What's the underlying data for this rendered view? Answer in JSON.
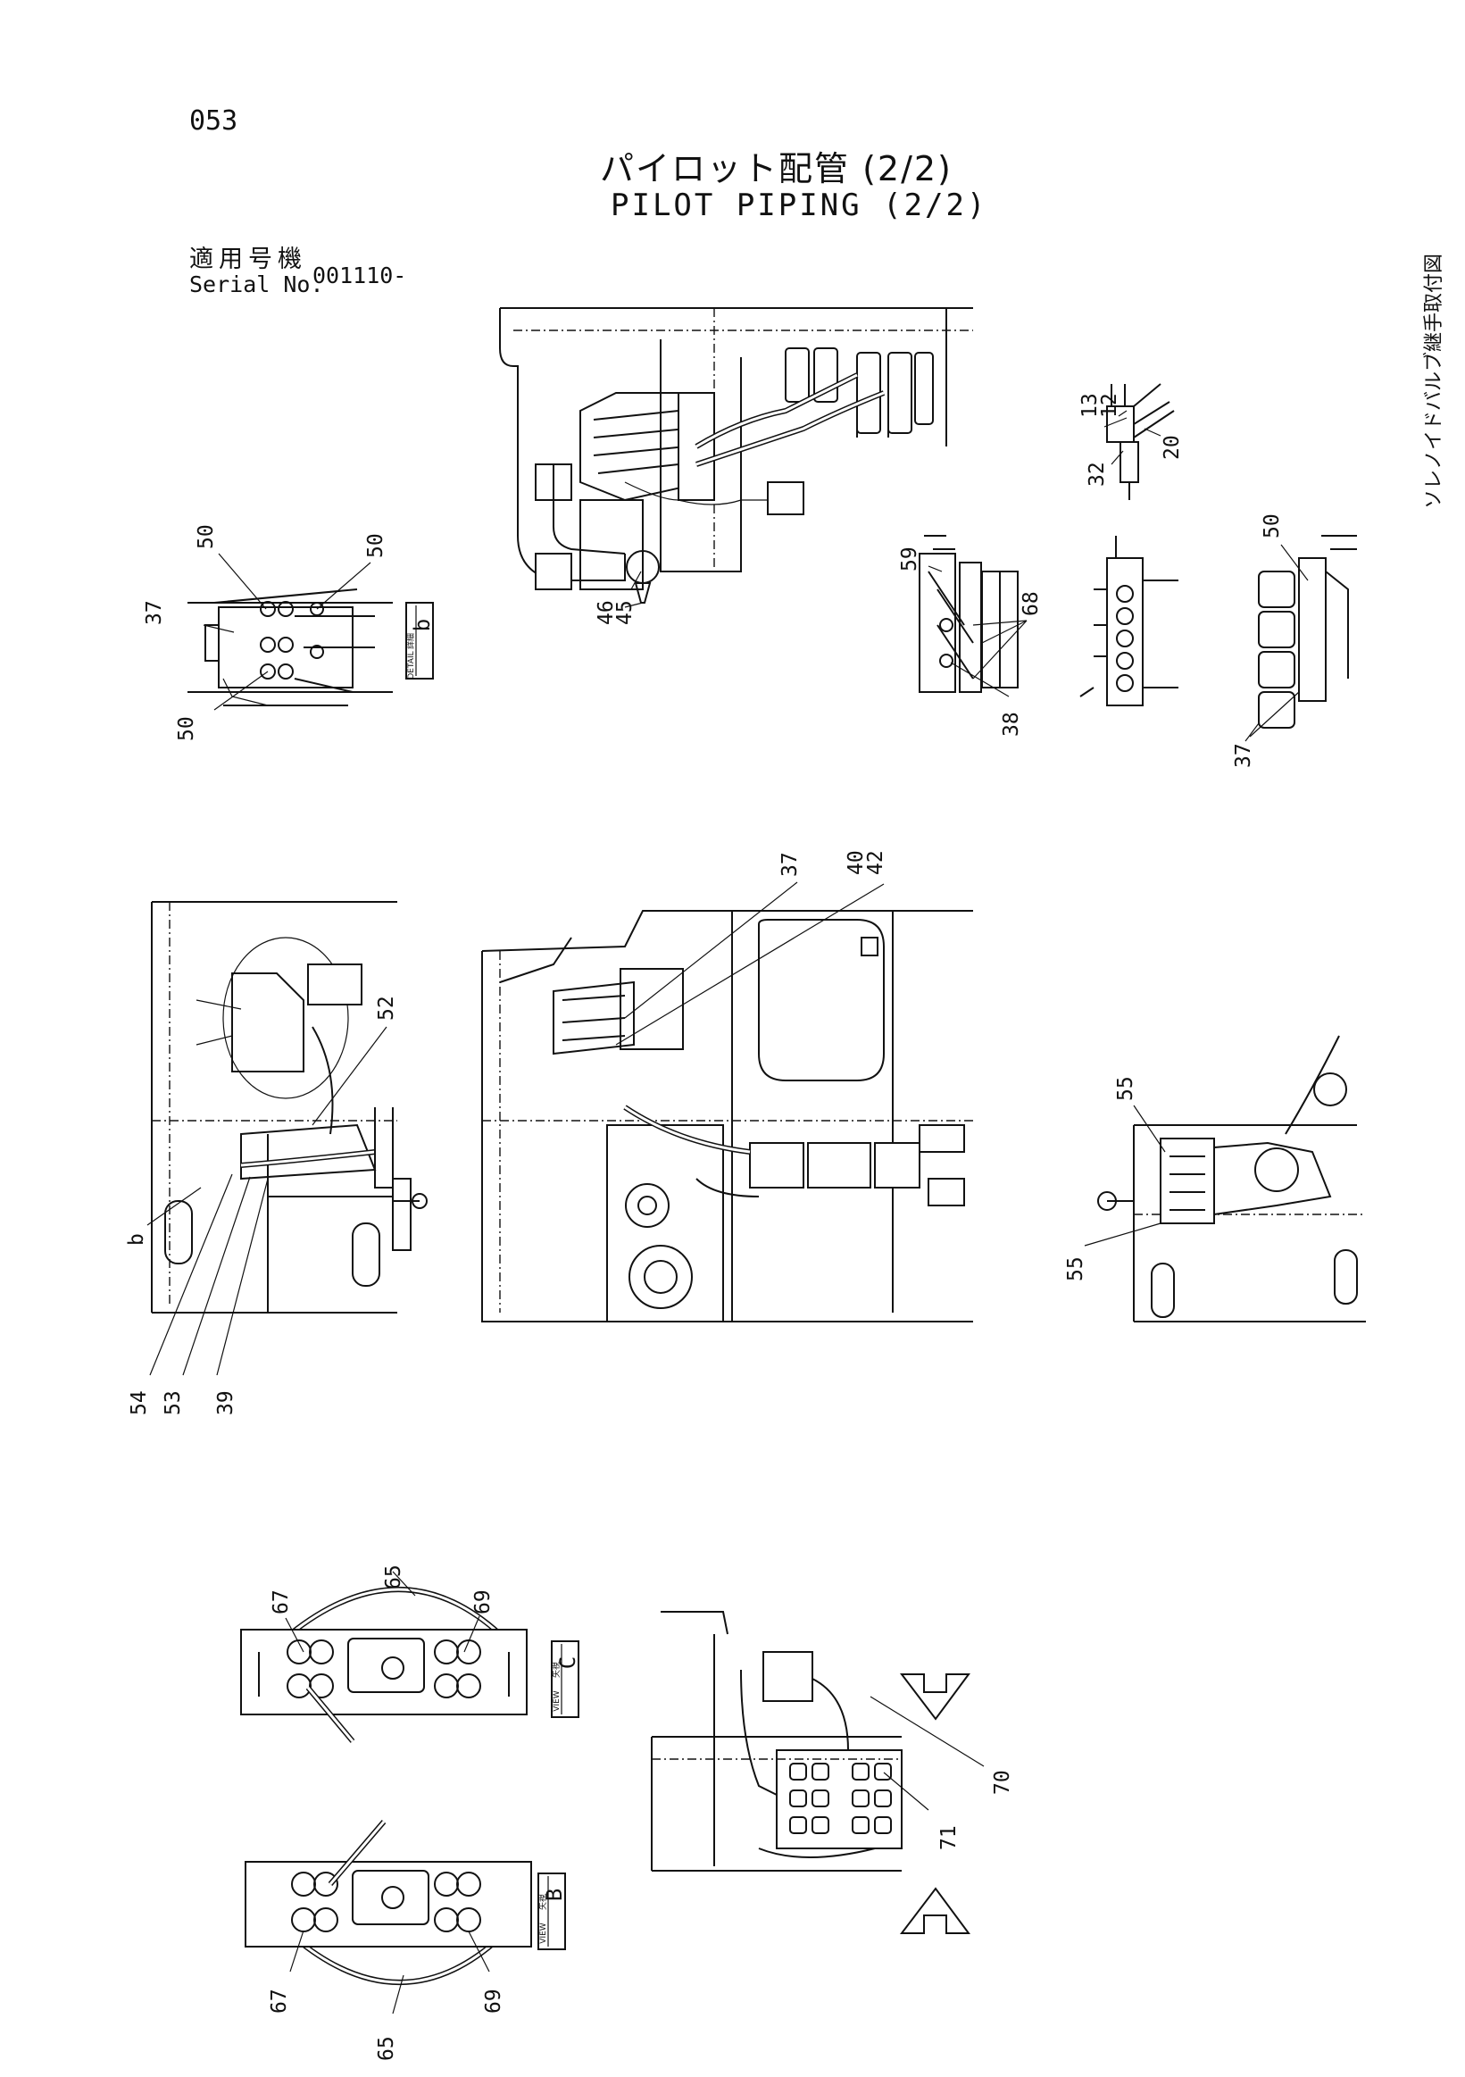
{
  "header": {
    "page_number": "053",
    "title_jp": "パイロット配管 (2/2)",
    "title_en": "PILOT PIPING (2/2)",
    "serial_label_jp": "適用号機",
    "serial_label_en": "Serial No.",
    "serial_value": "001110-"
  },
  "side_label": "ソレノイドバルブ継手取付図",
  "detail_boxes": {
    "detail_b": {
      "label_jp": "詳細",
      "label_en": "DETAIL",
      "letter": "b"
    },
    "view_c": {
      "label_jp": "矢視",
      "label_en": "VIEW",
      "letter": "C"
    },
    "view_b": {
      "label_jp": "矢視",
      "label_en": "VIEW",
      "letter": "B"
    }
  },
  "callouts": {
    "c13": "13",
    "c12": "12",
    "c32": "32",
    "c20": "20",
    "c50a": "50",
    "c50b": "50",
    "c50c": "50",
    "c50d": "50",
    "c37a": "37",
    "c37b": "37",
    "c37c": "37",
    "c46": "46",
    "c45": "45",
    "c59": "59",
    "c68": "68",
    "c38": "38",
    "c40": "40",
    "c42": "42",
    "c52": "52",
    "c55a": "55",
    "c55b": "55",
    "cb": "b",
    "c54": "54",
    "c53": "53",
    "c39": "39",
    "c65a": "65",
    "c67a": "67",
    "c69a": "69",
    "c65b": "65",
    "c67b": "67",
    "c69b": "69",
    "c70": "70",
    "c71": "71"
  }
}
